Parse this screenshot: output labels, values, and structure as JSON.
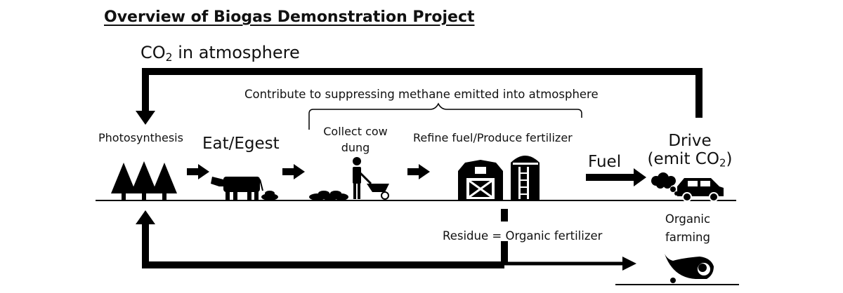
{
  "title": "Overview of Biogas Demonstration Project",
  "co2_atmosphere": {
    "prefix": "CO",
    "sub": "2",
    "suffix": " in atmosphere"
  },
  "contribute_label": "Contribute to suppressing methane emitted into atmosphere",
  "stages": {
    "photosynthesis": "Photosynthesis",
    "eat_egest": "Eat/Egest",
    "collect": {
      "line1": "Collect cow",
      "line2": "dung"
    },
    "refine": "Refine fuel/Produce fertilizer",
    "fuel": "Fuel",
    "drive": {
      "line1": "Drive",
      "line2_prefix": "(emit CO",
      "line2_sub": "2",
      "line2_suffix": ")"
    }
  },
  "residue_label": "Residue = Organic fertilizer",
  "organic_farming": {
    "line1": "Organic",
    "line2": "farming"
  },
  "icons": [
    "trees-icon",
    "cow-icon",
    "dung-icon",
    "farmer-wheelbarrow-icon",
    "barn-icon",
    "silo-icon",
    "exhaust-cloud-icon",
    "car-icon",
    "cornucopia-icon"
  ]
}
